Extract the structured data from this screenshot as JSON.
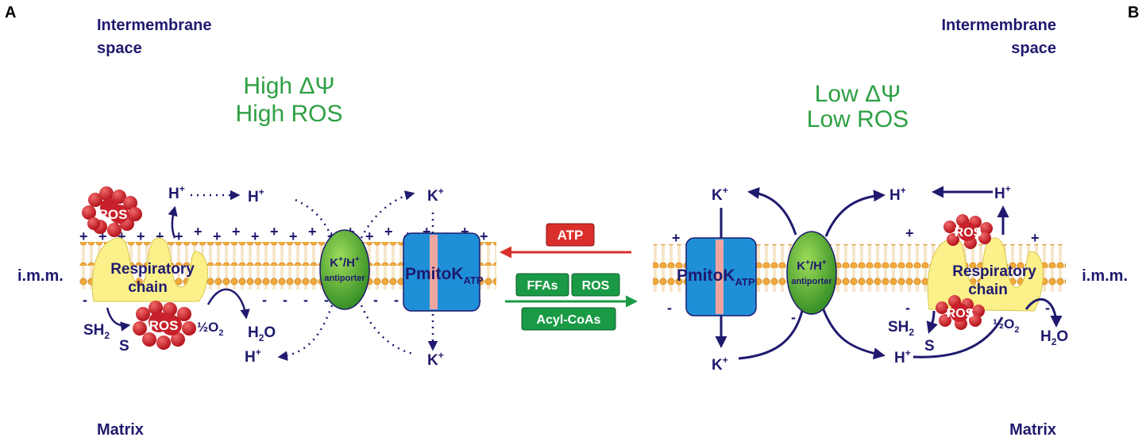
{
  "panels": {
    "a_label": "A",
    "b_label": "B"
  },
  "left": {
    "intermembrane_line1": "Intermembrane",
    "intermembrane_line2": "space",
    "matrix": "Matrix",
    "imm": "i.m.m.",
    "state_line1": "High ΔΨ",
    "state_line2": "High ROS",
    "resp_line1": "Respiratory",
    "resp_line2": "chain",
    "ros_top": "ROS",
    "ros_bottom": "ROS",
    "h_a": "H",
    "h_b": "H",
    "h_c": "H",
    "k_top": "K",
    "k_bottom": "K",
    "sh2": "SH",
    "sh2_sub": "2",
    "s": "S",
    "half_o2": "½O",
    "half_o2_sub": "2",
    "h2o": "H",
    "h2o_sub": "2",
    "h2o_end": "O",
    "antiporter_top": "K",
    "antiporter_mid": "/H",
    "antiporter_bottom": "antiporter",
    "pmitok": "PmitoK",
    "pmitok_sub": "ATP"
  },
  "right": {
    "intermembrane_line1": "Intermembrane",
    "intermembrane_line2": "space",
    "matrix": "Matrix",
    "imm": "i.m.m.",
    "state_line1": "Low ΔΨ",
    "state_line2": "Low ROS",
    "resp_line1": "Respiratory",
    "resp_line2": "chain",
    "ros_top": "ROS",
    "ros_bottom": "ROS",
    "h_a": "H",
    "h_b": "H",
    "h_c": "H",
    "k_top": "K",
    "k_bottom": "K",
    "sh2": "SH",
    "sh2_sub": "2",
    "s": "S",
    "half_o2": "½O",
    "half_o2_sub": "2",
    "h2o": "H",
    "h2o_sub": "2",
    "h2o_end": "O",
    "antiporter_top": "K",
    "antiporter_mid": "/H",
    "antiporter_bottom": "antiporter",
    "pmitok": "PmitoK",
    "pmitok_sub": "ATP"
  },
  "center": {
    "atp": "ATP",
    "ffas": "FFAs",
    "ros": "ROS",
    "acyl": "Acyl-CoAs"
  },
  "symbols": {
    "plus": "+",
    "minus": "-"
  },
  "colors": {
    "navy": "#1f1a6e",
    "green_text": "#2ea043",
    "red_arrow": "#d9302b",
    "green_arrow": "#1a9a45",
    "membrane": "#f6c978",
    "lipid_head": "#f0a93a",
    "respiratory": "#fbf08a",
    "antiporter": "#4caa2e",
    "pmitok": "#1f8fd8",
    "ros_ball": "#c8202a"
  }
}
